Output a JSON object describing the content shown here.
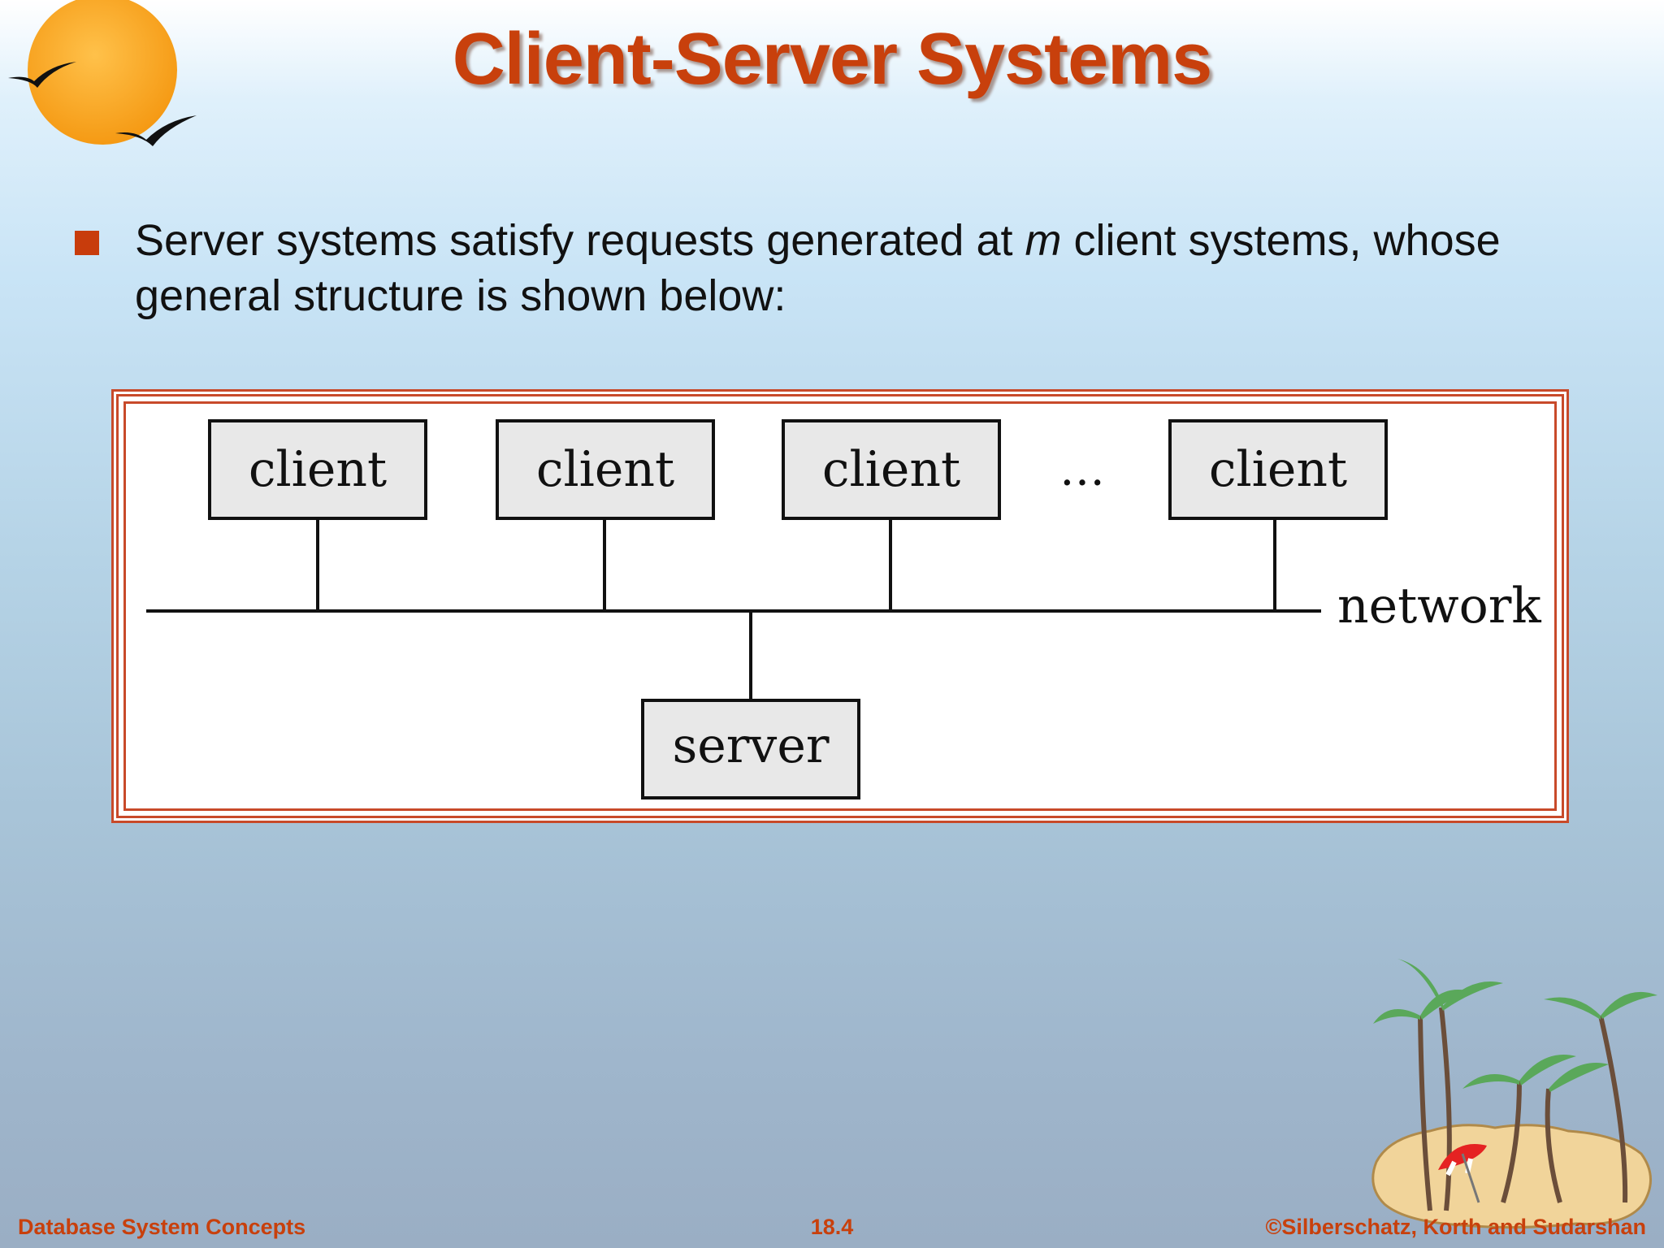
{
  "slide": {
    "title": "Client-Server Systems",
    "bullet": {
      "text_before": "Server systems satisfy requests generated at ",
      "emphasis": "m",
      "text_after": " client systems, whose general structure is shown below:"
    }
  },
  "diagram": {
    "clients": [
      {
        "label": "client"
      },
      {
        "label": "client"
      },
      {
        "label": "client"
      },
      {
        "label": "client"
      }
    ],
    "ellipsis": "…",
    "network_label": "network",
    "server_label": "server"
  },
  "footer": {
    "left": "Database System Concepts",
    "center": "18.4",
    "right": "©Silberschatz, Korth and Sudarshan"
  },
  "colors": {
    "title": "#c8400c",
    "accent": "#c83c0c",
    "frame": "#c84a2a",
    "box_fill": "#e8e8e8",
    "sun": "#f7a21e"
  },
  "icons": {
    "logo": "sun-with-birds-icon",
    "decoration": "palm-island-icon"
  }
}
